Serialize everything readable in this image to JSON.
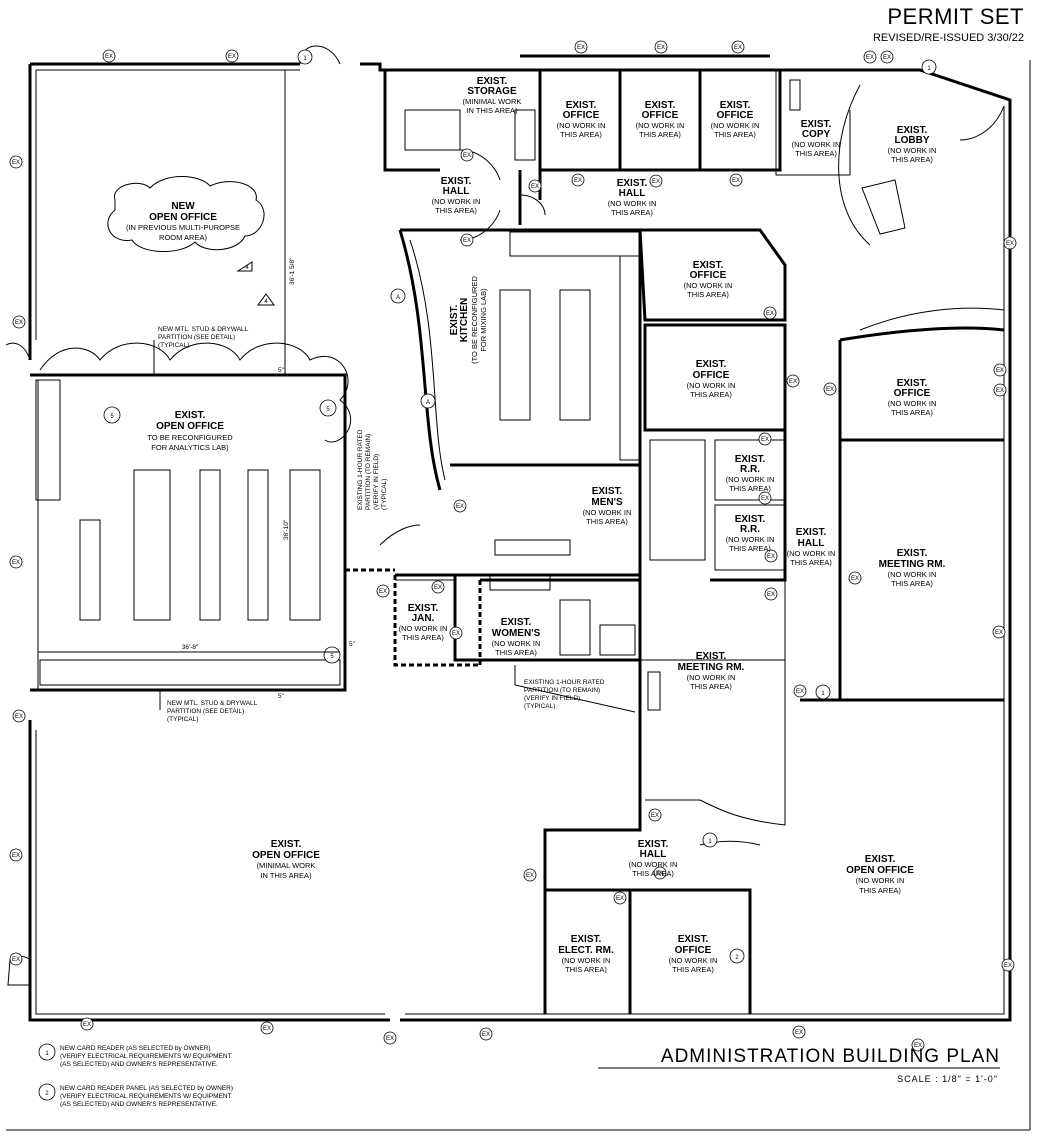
{
  "header": {
    "title": "PERMIT SET",
    "revision": "REVISED/RE-ISSUED 3/30/22"
  },
  "rooms": {
    "storage": {
      "title1": "EXIST.",
      "title2": "STORAGE",
      "sub1": "(MINIMAL WORK",
      "sub2": "IN THIS AREA)"
    },
    "office1": {
      "title1": "EXIST.",
      "title2": "OFFICE",
      "sub1": "(NO WORK IN",
      "sub2": "THIS AREA)"
    },
    "office2": {
      "title1": "EXIST.",
      "title2": "OFFICE",
      "sub1": "(NO WORK IN",
      "sub2": "THIS AREA)"
    },
    "office3": {
      "title1": "EXIST.",
      "title2": "OFFICE",
      "sub1": "(NO WORK IN",
      "sub2": "THIS AREA)"
    },
    "copy": {
      "title1": "EXIST.",
      "title2": "COPY",
      "sub1": "(NO WORK IN",
      "sub2": "THIS AREA)"
    },
    "lobby": {
      "title1": "EXIST.",
      "title2": "LOBBY",
      "sub1": "(NO WORK IN",
      "sub2": "THIS AREA)"
    },
    "hall_nw": {
      "title1": "EXIST.",
      "title2": "HALL",
      "sub1": "(NO WORK IN",
      "sub2": "THIS AREA)"
    },
    "hall_n": {
      "title1": "EXIST.",
      "title2": "HALL",
      "sub1": "(NO WORK IN",
      "sub2": "THIS AREA)"
    },
    "new_open": {
      "title1": "NEW",
      "title2": "OPEN OFFICE",
      "sub1": "(IN PREVIOUS MULTI-PUROPSE",
      "sub2": "ROOM AREA)"
    },
    "kitchen": {
      "title1": "EXIST.",
      "title2": "KITCHEN",
      "sub1": "(TO BE RECONFIGURED",
      "sub2": "FOR MIXING LAB)"
    },
    "office_mid1": {
      "title1": "EXIST.",
      "title2": "OFFICE",
      "sub1": "(NO WORK IN",
      "sub2": "THIS AREA)"
    },
    "office_mid2": {
      "title1": "EXIST.",
      "title2": "OFFICE",
      "sub1": "(NO WORK IN",
      "sub2": "THIS AREA)"
    },
    "office_e": {
      "title1": "EXIST.",
      "title2": "OFFICE",
      "sub1": "(NO WORK IN",
      "sub2": "THIS AREA)"
    },
    "analytics": {
      "title1": "EXIST.",
      "title2": "OPEN OFFICE",
      "sub1": "TO BE RECONFIGURED",
      "sub2": "FOR ANALYTICS LAB)"
    },
    "rr1": {
      "title1": "EXIST.",
      "title2": "R.R.",
      "sub1": "(NO WORK IN",
      "sub2": "THIS AREA)"
    },
    "rr2": {
      "title1": "EXIST.",
      "title2": "R.R.",
      "sub1": "(NO WORK IN",
      "sub2": "THIS AREA)"
    },
    "mens": {
      "title1": "EXIST.",
      "title2": "MEN'S",
      "sub1": "(NO WORK IN",
      "sub2": "THIS AREA)"
    },
    "hall_e": {
      "title1": "EXIST.",
      "title2": "HALL",
      "sub1": "(NO WORK IN",
      "sub2": "THIS AREA)"
    },
    "meeting_e": {
      "title1": "EXIST.",
      "title2": "MEETING RM.",
      "sub1": "(NO WORK IN",
      "sub2": "THIS AREA)"
    },
    "jan": {
      "title1": "EXIST.",
      "title2": "JAN.",
      "sub1": "(NO WORK IN",
      "sub2": "THIS AREA)"
    },
    "womens": {
      "title1": "EXIST.",
      "title2": "WOMEN'S",
      "sub1": "(NO WORK IN",
      "sub2": "THIS AREA)"
    },
    "meeting_c": {
      "title1": "EXIST.",
      "title2": "MEETING RM.",
      "sub1": "(NO WORK IN",
      "sub2": "THIS AREA)"
    },
    "open_sw": {
      "title1": "EXIST.",
      "title2": "OPEN OFFICE",
      "sub1": "(MINIMAL WORK",
      "sub2": "IN THIS AREA)"
    },
    "hall_s": {
      "title1": "EXIST.",
      "title2": "HALL",
      "sub1": "(NO WORK IN",
      "sub2": "THIS AREA)"
    },
    "open_se": {
      "title1": "EXIST.",
      "title2": "OPEN OFFICE",
      "sub1": "(NO WORK IN",
      "sub2": "THIS AREA)"
    },
    "elect": {
      "title1": "EXIST.",
      "title2": "ELECT. RM.",
      "sub1": "(NO WORK IN",
      "sub2": "THIS AREA)"
    },
    "office_s": {
      "title1": "EXIST.",
      "title2": "OFFICE",
      "sub1": "(NO WORK IN",
      "sub2": "THIS AREA)"
    }
  },
  "notes": {
    "partition_top_1": "NEW MTL. STUD & DRYWALL",
    "partition_top_2": "PARTITION (SEE DETAIL)",
    "partition_top_3": "(TYPICAL)",
    "partition_bot_1": "NEW MTL. STUD & DRYWALL",
    "partition_bot_2": "PARTITION (SEE DETAIL)",
    "partition_bot_3": "(TYPICAL)",
    "rated_1": "EXISTING 1-HOUR RATED",
    "rated_2": "PARTITION (TO REMAIN)",
    "rated_3": "(VERIFY IN FIELD)",
    "rated_4": "(TYPICAL)",
    "rated_v1": "EXISTING 1-HOUR RATED",
    "rated_v2": "PARTITION (TO REMAIN)",
    "rated_v3": "(VERIFY IN FIELD)",
    "rated_v4": "(TYPICAL)"
  },
  "dimensions": {
    "top": "36'-1 5/8\"",
    "mid": "36'-10\"",
    "width": "36'-8\"",
    "d5a": "5\"",
    "d5b": "5\"",
    "d5c": "5\""
  },
  "tags": {
    "ex": "EX",
    "card": "1",
    "panel": "2",
    "revision_mark": "4",
    "section_mark": "5",
    "elevation_mark": "A"
  },
  "legend": {
    "item1_line1": "NEW CARD READER (AS SELECTED by OWNER)",
    "item1_line2": "(VERIFY ELECTRICAL REQUIREMENTS W/ EQUIPMENT",
    "item1_line3": "(AS SELECTED) AND OWNER'S REPRESENTATIVE.",
    "item2_line1": "NEW CARD READER PANEL (AS SELECTED by OWNER)",
    "item2_line2": "(VERIFY ELECTRICAL REQUIREMENTS W/ EQUIPMENT",
    "item2_line3": "(AS SELECTED) AND OWNER'S REPRESENTATIVE."
  },
  "plan_title": "ADMINISTRATION BUILDING PLAN",
  "scale": "SCALE : 1/8\" = 1'-0\""
}
